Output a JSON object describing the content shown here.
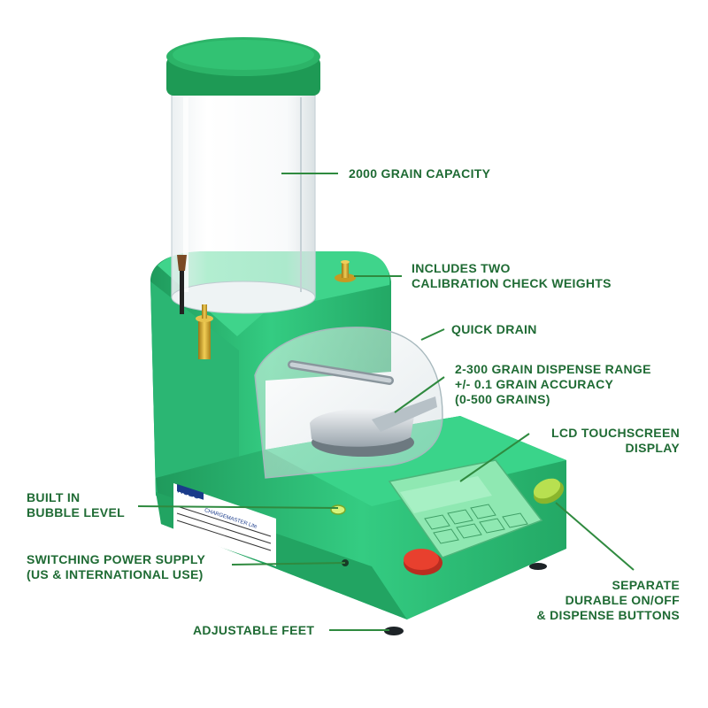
{
  "colors": {
    "label_text": "#1f6b34",
    "leader_line": "#2f8a3f",
    "body_green": "#2ec47a",
    "body_dark": "#1f9a5c",
    "lid_green": "#1e9a55",
    "screen_green": "#8fe8b2",
    "power_button": "#e8402e",
    "dispense_button": "#b8e050",
    "brass": "#d4a62a"
  },
  "product": {
    "brand_label": "RCBS",
    "front_text": "CHARGEMASTER Lite"
  },
  "callouts": {
    "capacity": [
      "2000 GRAIN CAPACITY"
    ],
    "weights": [
      "INCLUDES TWO",
      "CALIBRATION CHECK WEIGHTS"
    ],
    "drain": [
      "QUICK DRAIN"
    ],
    "range": [
      "2-300 GRAIN DISPENSE RANGE",
      "+/- 0.1 GRAIN ACCURACY",
      "(0-500 GRAINS)"
    ],
    "lcd": [
      "LCD TOUCHSCREEN",
      "DISPLAY"
    ],
    "level": [
      "BUILT IN",
      "BUBBLE LEVEL"
    ],
    "power": [
      "SWITCHING POWER SUPPLY",
      "(US & INTERNATIONAL USE)"
    ],
    "buttons": [
      "SEPARATE",
      "DURABLE ON/OFF",
      "& DISPENSE BUTTONS"
    ],
    "feet": [
      "ADJUSTABLE FEET"
    ]
  }
}
